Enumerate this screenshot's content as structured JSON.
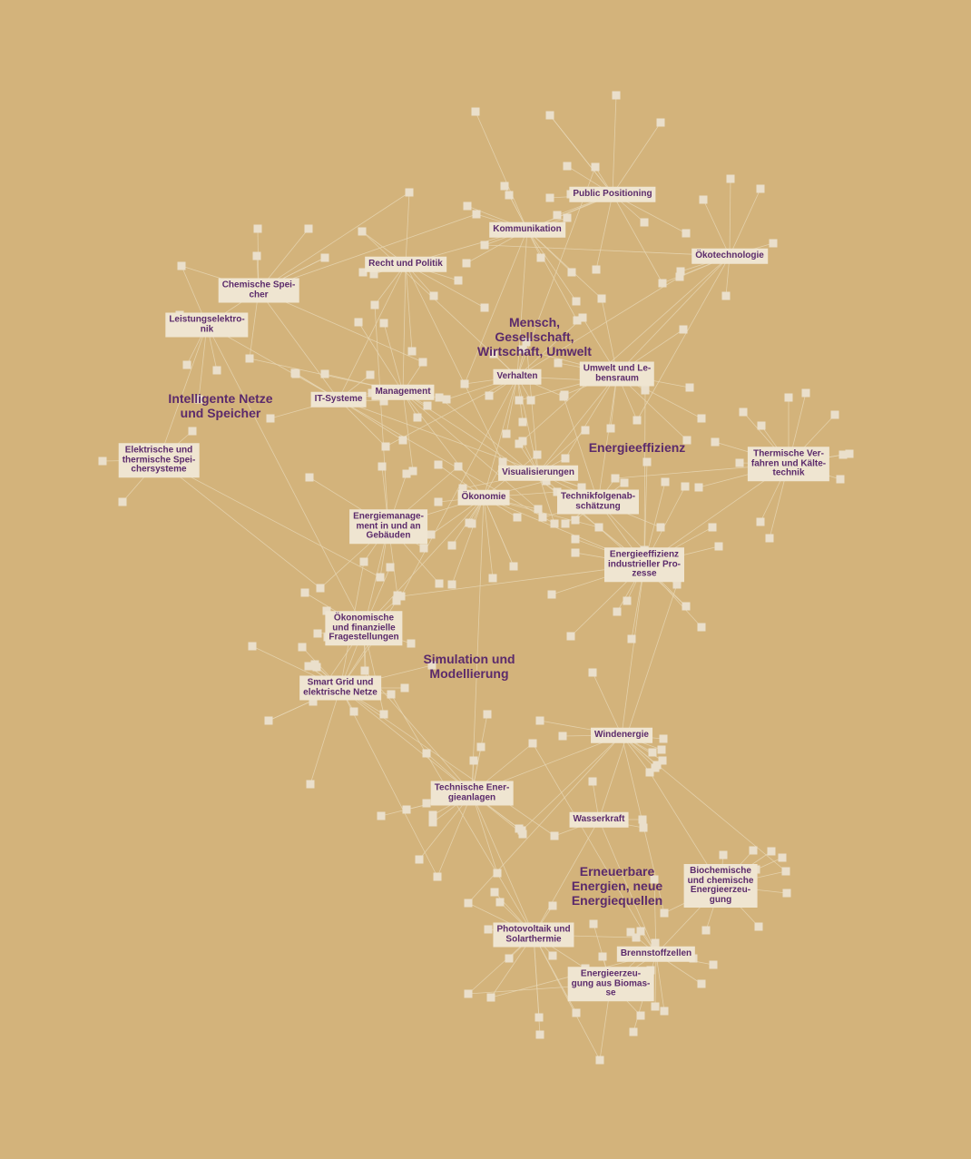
{
  "diagram": {
    "clusters": [
      {
        "id": "c-netze",
        "label": "Intelligente Netze\nund Speicher"
      },
      {
        "id": "c-mensch",
        "label": "Mensch,\nGesellschaft,\nWirtschaft, Umwelt"
      },
      {
        "id": "c-effizienz",
        "label": "Energieeffizienz"
      },
      {
        "id": "c-simulation",
        "label": "Simulation und\nModellierung"
      },
      {
        "id": "c-erneuerbar",
        "label": "Erneuerbare\nEnergien, neue\nEnergiequellen"
      }
    ],
    "nodes": [
      {
        "id": "public-positioning",
        "label": "Public Positioning"
      },
      {
        "id": "kommunikation",
        "label": "Kommunikation"
      },
      {
        "id": "recht-politik",
        "label": "Recht und Politik"
      },
      {
        "id": "oekotechnologie",
        "label": "Ökotechnologie"
      },
      {
        "id": "chemische-speicher",
        "label": "Chemische Spei-\ncher"
      },
      {
        "id": "leistungselektronik",
        "label": "Leistungselektro-\nnik"
      },
      {
        "id": "it-systeme",
        "label": "IT-Systeme"
      },
      {
        "id": "management",
        "label": "Management"
      },
      {
        "id": "verhalten",
        "label": "Verhalten"
      },
      {
        "id": "umwelt-lebensraum",
        "label": "Umwelt und Le-\nbensraum"
      },
      {
        "id": "elektrische-speicher",
        "label": "Elektrische und\nthermische Spei-\nchersysteme"
      },
      {
        "id": "thermische-verfahren",
        "label": "Thermische Ver-\nfahren und Kälte-\ntechnik"
      },
      {
        "id": "visualisierungen",
        "label": "Visualisierungen"
      },
      {
        "id": "oekonomie",
        "label": "Ökonomie"
      },
      {
        "id": "technikfolgen",
        "label": "Technikfolgenab-\nschätzung"
      },
      {
        "id": "energiemanagement",
        "label": "Energiemanage-\nment in und an\nGebäuden"
      },
      {
        "id": "effizienz-industrie",
        "label": "Energieeffizienz\nindustrieller Pro-\nzesse"
      },
      {
        "id": "oekonomische-fragen",
        "label": "Ökonomische\nund finanzielle\nFragestellungen"
      },
      {
        "id": "smart-grid",
        "label": "Smart Grid und\nelektrische Netze"
      },
      {
        "id": "windenergie",
        "label": "Windenergie"
      },
      {
        "id": "technische-anlagen",
        "label": "Technische Ener-\ngieanlagen"
      },
      {
        "id": "wasserkraft",
        "label": "Wasserkraft"
      },
      {
        "id": "biochemische",
        "label": "Biochemische\nund chemische\nEnergieerzeu-\ngung"
      },
      {
        "id": "photovoltaik",
        "label": "Photovoltaik und\nSolarthermie"
      },
      {
        "id": "brennstoffzellen",
        "label": "Brennstoffzellen"
      },
      {
        "id": "biomasse",
        "label": "Energieerzeu-\ngung aus Biomas-\nse"
      }
    ]
  }
}
